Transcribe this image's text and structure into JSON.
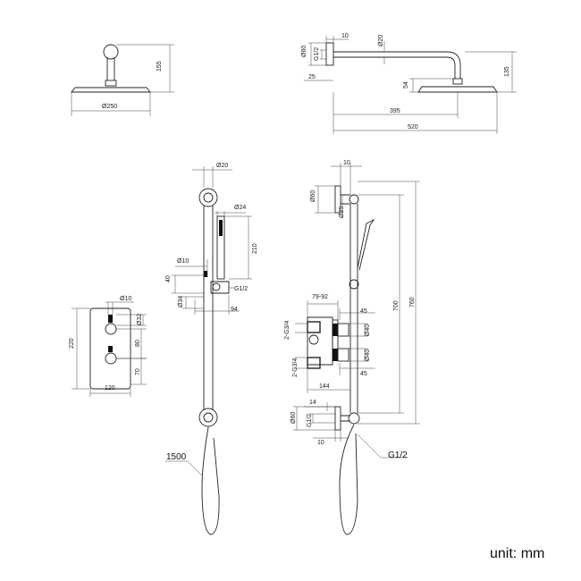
{
  "diagram": {
    "unit_label": "unit: mm",
    "views": {
      "head_front": {
        "dia": "Ø250",
        "height": "155"
      },
      "arm_side": {
        "dim_10": "10",
        "dim_20": "Ø20",
        "dim_60": "Ø60",
        "dim_g12": "G1/2",
        "dim_25": "25",
        "dim_54": "54",
        "dim_135": "135",
        "dim_395": "395",
        "dim_520": "520"
      },
      "rail_front": {
        "dim_20": "Ø20",
        "dim_24": "Ø24",
        "dim_210": "210",
        "dim_10": "Ø10",
        "dim_40": "40",
        "dim_34": "Ø34",
        "dim_94": "94",
        "dim_g12": "G1/2",
        "dim_1500": "1500"
      },
      "valve_front": {
        "dim_10": "Ø10",
        "dim_32": "Ø32",
        "dim_80": "80",
        "dim_70": "70",
        "dim_220": "220",
        "dim_120": "120"
      },
      "rail_side": {
        "dim_10": "10",
        "dim_60": "Ø60",
        "dim_25": "Ø25",
        "dim_760": "760",
        "dim_700": "700",
        "dim_7992": "79-92",
        "dim_45a": "45",
        "dim_g34a": "2-G3/4",
        "dim_40a": "Ø40",
        "dim_g34b": "2-G3/4",
        "dim_40b": "Ø40",
        "dim_45b": "45",
        "dim_144": "144",
        "dim_14": "14",
        "dim_60b": "Ø60",
        "dim_g12": "G1/2",
        "dim_10b": "10",
        "dim_g12b": "G1/2"
      }
    }
  }
}
